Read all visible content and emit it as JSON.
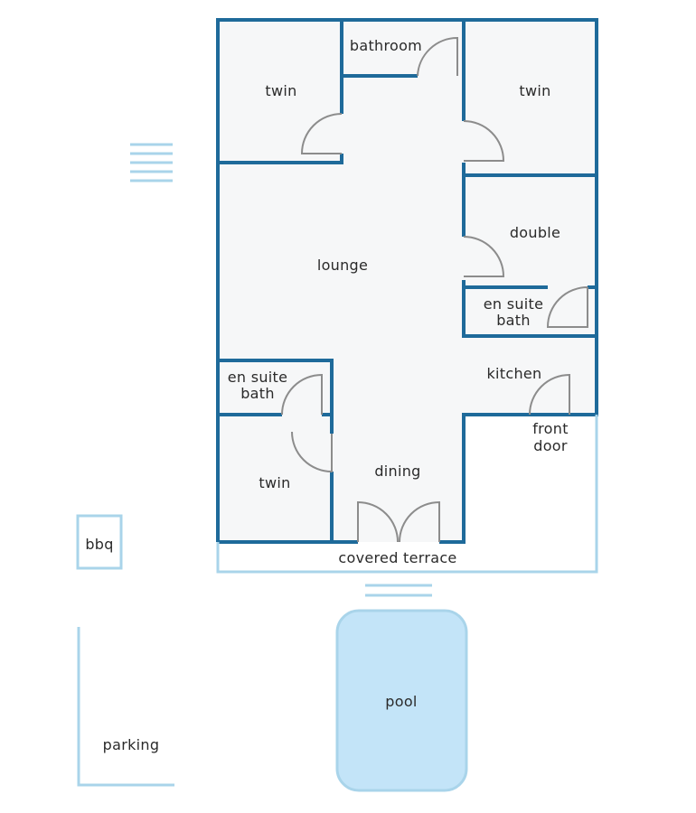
{
  "rooms": {
    "bathroom": "bathroom",
    "twin_top_left": "twin",
    "twin_top_right": "twin",
    "double": "double",
    "lounge": "lounge",
    "ensuite_right_line1": "en suite",
    "ensuite_right_line2": "bath",
    "kitchen": "kitchen",
    "front_door_line1": "front",
    "front_door_line2": "door",
    "ensuite_left_line1": "en suite",
    "ensuite_left_line2": "bath",
    "twin_bottom_left": "twin",
    "dining": "dining",
    "covered_terrace": "covered terrace"
  },
  "outside": {
    "bbq": "bbq",
    "pool": "pool",
    "parking": "parking"
  },
  "colors": {
    "wall": "#1e6a9a",
    "outdoor_outline": "#a9d4ea",
    "pool_fill": "#c3e4f8",
    "floor": "#f6f7f8",
    "door_swing": "#8c8c8c"
  }
}
